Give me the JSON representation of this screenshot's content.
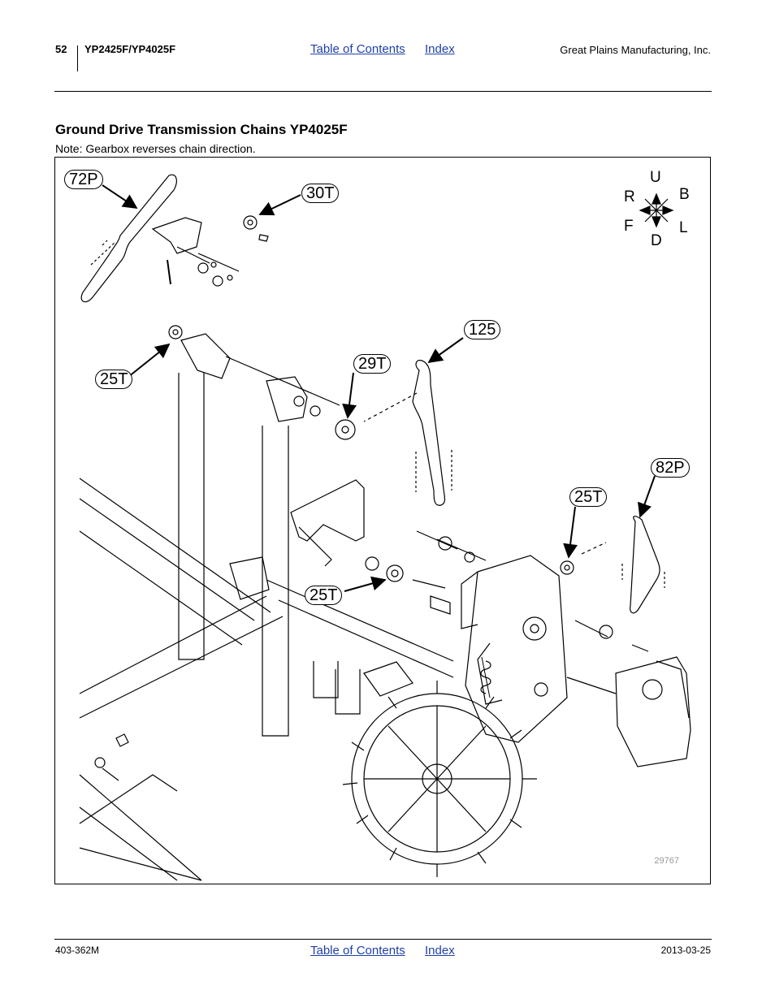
{
  "header": {
    "page_number": "52",
    "model": "YP2425F/YP4025F",
    "toc_link": "Table of Contents",
    "index_link": "Index",
    "company": "Great Plains Manufacturing, Inc."
  },
  "section": {
    "title": "Ground Drive Transmission Chains YP4025F",
    "note": "Note:  Gearbox reverses chain direction."
  },
  "figure": {
    "callouts": {
      "c72p": "72P",
      "c30t": "30T",
      "c125": "125",
      "c29t": "29T",
      "c25t_a": "25T",
      "c82p": "82P",
      "c25t_b": "25T",
      "c25t_c": "25T"
    },
    "compass": {
      "up": "U",
      "right": "R",
      "back": "B",
      "front": "F",
      "left": "L",
      "down": "D"
    },
    "figure_number": "29767"
  },
  "footer": {
    "doc_number": "403-362M",
    "toc_link": "Table of Contents",
    "index_link": "Index",
    "date": "2013-03-25"
  }
}
